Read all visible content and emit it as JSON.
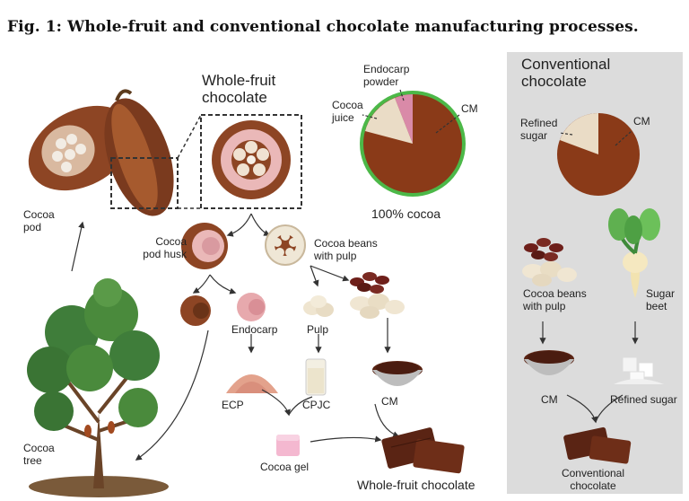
{
  "figure": {
    "title": "Fig. 1: Whole-fruit and conventional chocolate manufacturing processes."
  },
  "whole_fruit": {
    "heading_line1": "Whole-fruit",
    "heading_line2": "chocolate",
    "pie": {
      "caption": "100% cocoa",
      "slices": [
        {
          "label": "CM",
          "color": "#8a3a18"
        },
        {
          "label_line1": "Cocoa",
          "label_line2": "juice",
          "color": "#eadcc6"
        },
        {
          "label_line1": "Endocarp",
          "label_line2": "powder",
          "color": "#d98aa8"
        }
      ],
      "ring_color": "#4cb848"
    },
    "labels": {
      "cocoa_pod_1": "Cocoa",
      "cocoa_pod_2": "pod",
      "pod_husk_1": "Cocoa",
      "pod_husk_2": "pod husk",
      "beans_pulp_1": "Cocoa beans",
      "beans_pulp_2": "with pulp",
      "endocarp": "Endocarp",
      "pulp": "Pulp",
      "ecp": "ECP",
      "cpjc": "CPJC",
      "cm": "CM",
      "cocoa_gel": "Cocoa gel",
      "cocoa_tree_1": "Cocoa",
      "cocoa_tree_2": "tree",
      "product": "Whole-fruit chocolate"
    }
  },
  "conventional": {
    "heading_line1": "Conventional",
    "heading_line2": "chocolate",
    "pie": {
      "slices": [
        {
          "label": "CM",
          "color": "#8a3a18"
        },
        {
          "label_line1": "Refined",
          "label_line2": "sugar",
          "color": "#eadcc6"
        }
      ]
    },
    "labels": {
      "beans_pulp_1": "Cocoa beans",
      "beans_pulp_2": "with pulp",
      "sugar_beet_1": "Sugar",
      "sugar_beet_2": "beet",
      "cm": "CM",
      "refined_sugar": "Refined sugar",
      "product_1": "Conventional",
      "product_2": "chocolate"
    }
  }
}
